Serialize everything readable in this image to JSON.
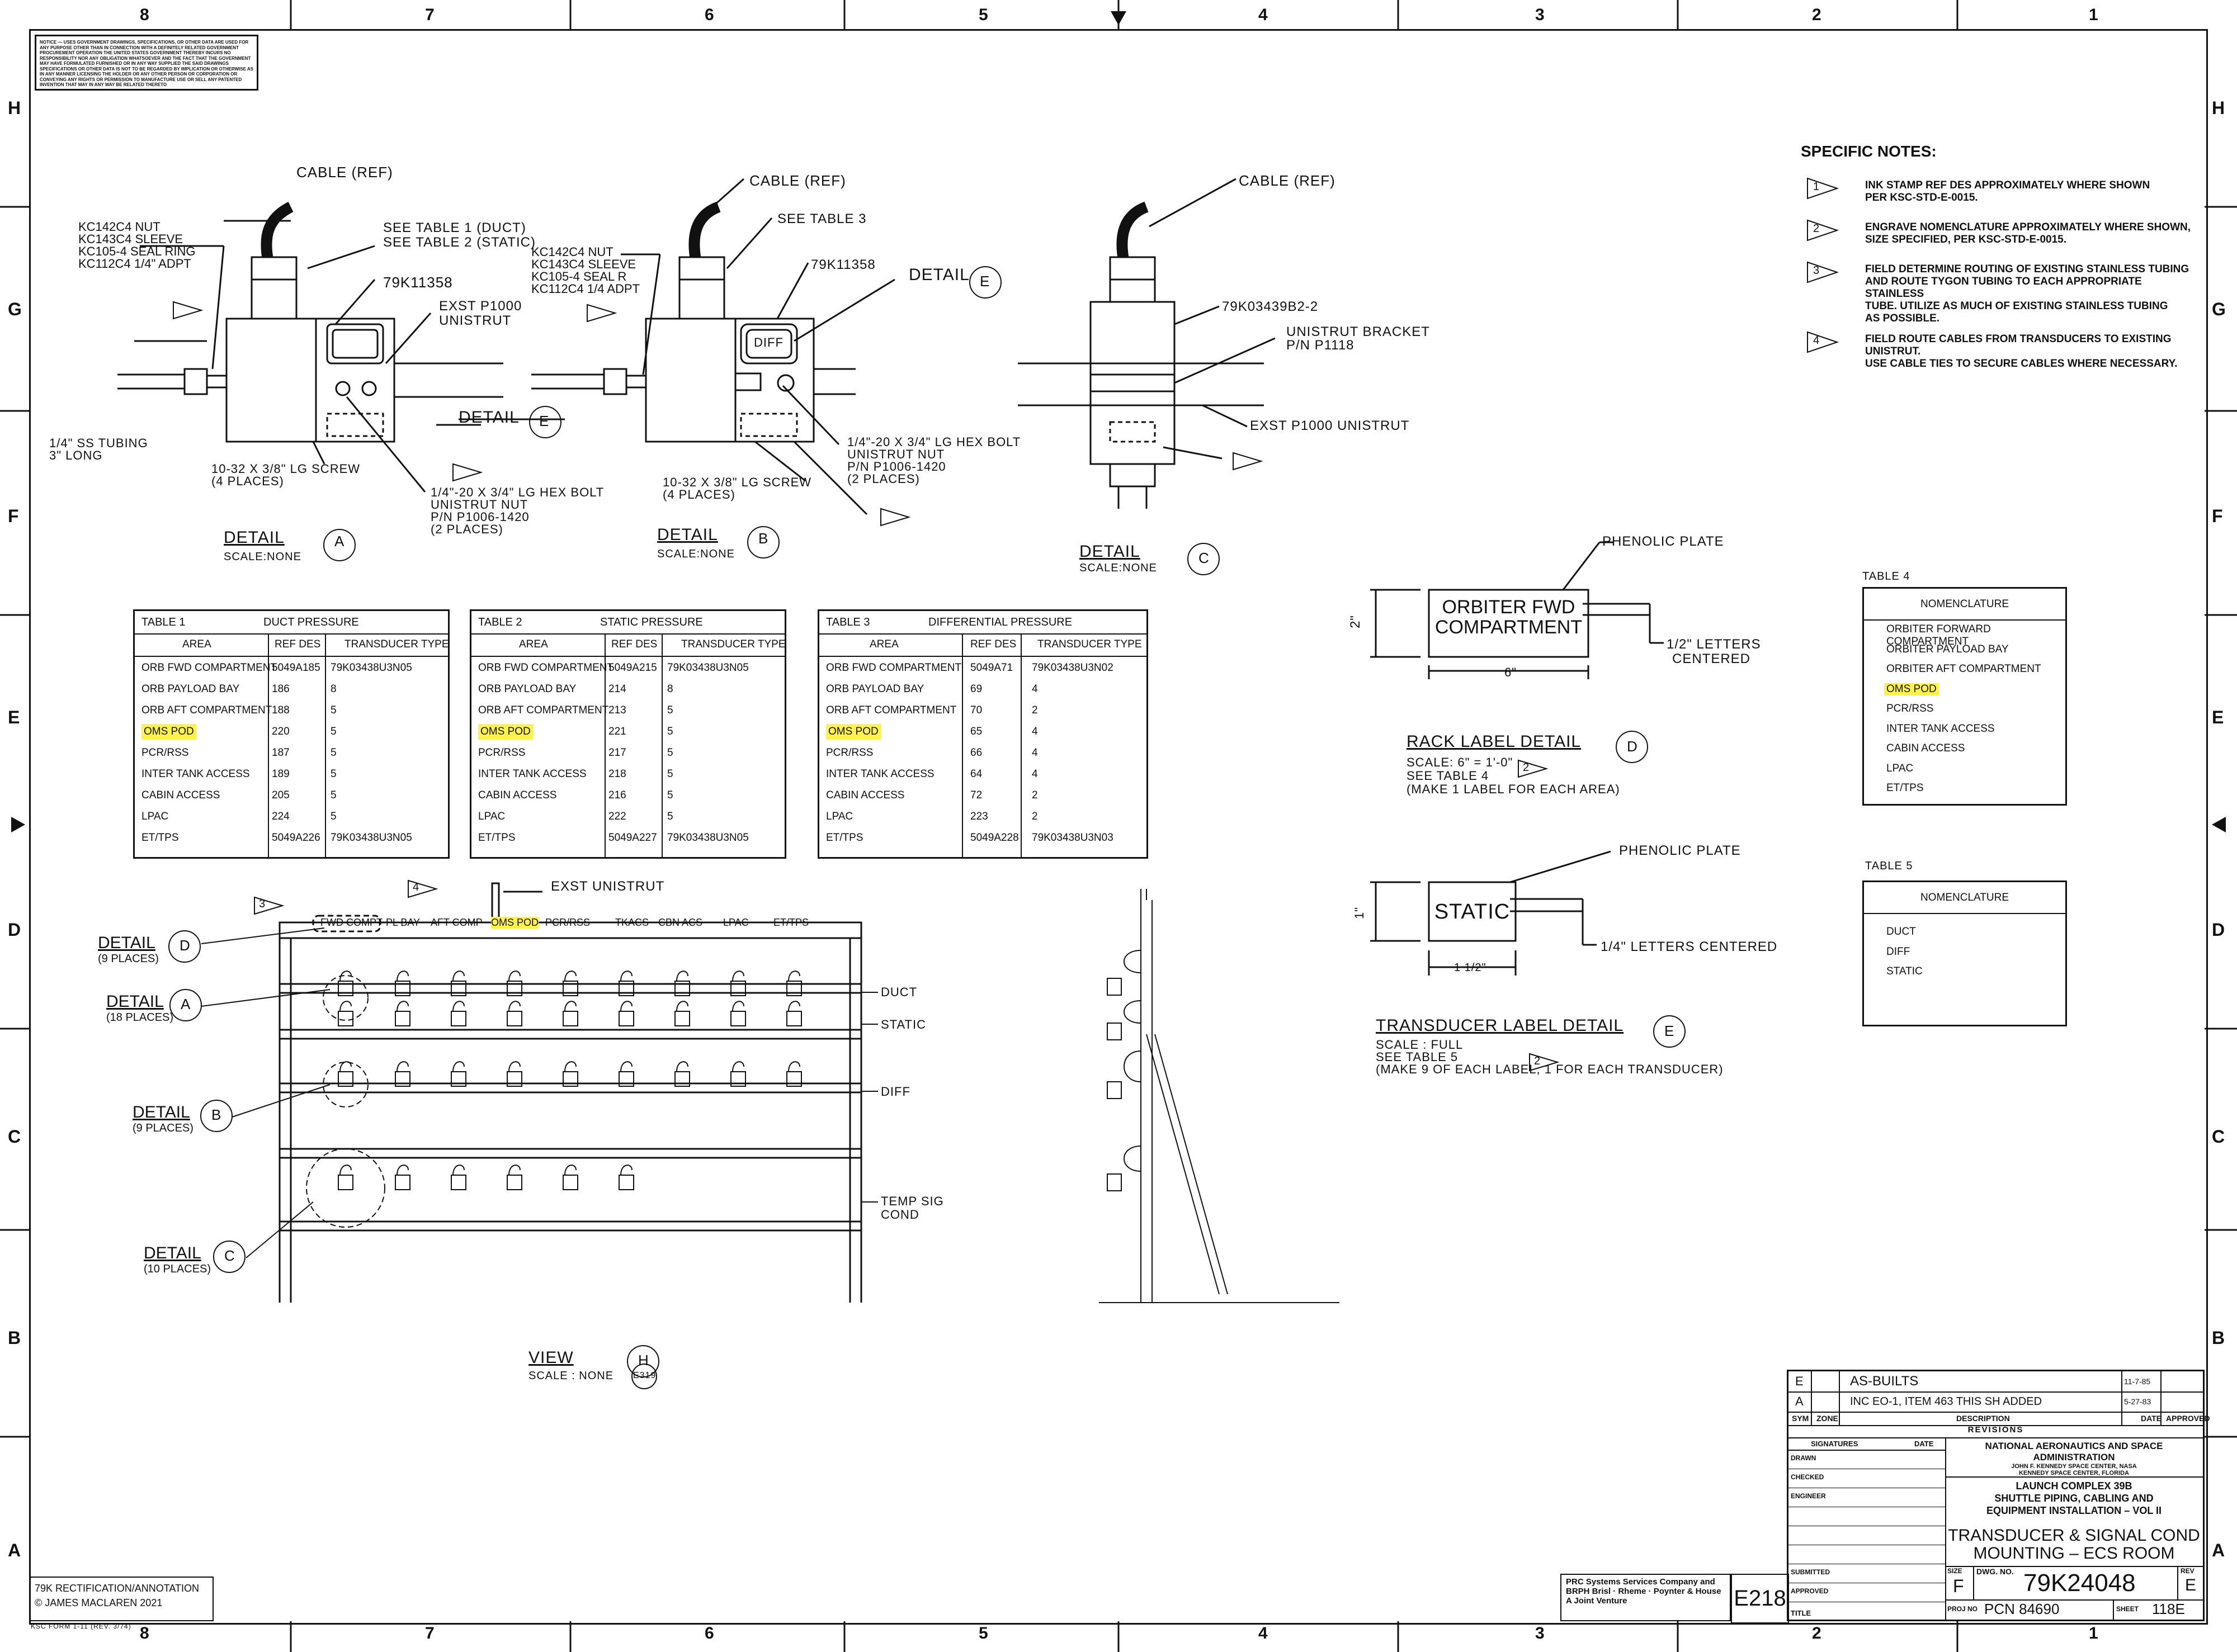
{
  "border": {
    "columns": [
      "8",
      "7",
      "6",
      "5",
      "4",
      "3",
      "2",
      "1"
    ],
    "rows": [
      "H",
      "G",
      "F",
      "E",
      "D",
      "C",
      "B",
      "A"
    ]
  },
  "notice": {
    "text": "NOTICE — USES GOVERNMENT DRAWINGS, SPECIFICATIONS, OR OTHER DATA ARE USED FOR ANY PURPOSE OTHER THAN IN CONNECTION WITH A DEFINITELY RELATED GOVERNMENT PROCUREMENT OPERATION THE UNITED STATES GOVERNMENT THEREBY INCURS NO RESPONSIBILITY NOR ANY OBLIGATION WHATSOEVER AND THE FACT THAT THE GOVERNMENT MAY HAVE FORMULATED FURNISHED OR IN ANY WAY SUPPLIED THE SAID DRAWINGS SPECIFICATIONS OR OTHER DATA IS NOT TO BE REGARDED BY IMPLICATION OR OTHERWISE AS IN ANY MANNER LICENSING THE HOLDER OR ANY OTHER PERSON OR CORPORATION OR CONVEYING ANY RIGHTS OR PERMISSION TO MANUFACTURE USE OR SELL ANY PATENTED INVENTION THAT MAY IN ANY WAY BE RELATED THERETO"
  },
  "detail_a": {
    "cable": "CABLE (REF)",
    "parts": [
      "KC142C4 NUT",
      "KC143C4 SLEEVE",
      "KC105-4 SEAL RING",
      "KC112C4 1/4\" ADPT"
    ],
    "see_table": [
      "SEE TABLE 1 (DUCT)",
      "SEE TABLE 2 (STATIC)"
    ],
    "part_no": "79K11358",
    "unistrut": [
      "EXST P1000",
      "UNISTRUT"
    ],
    "detail_ref": "DETAIL",
    "detail_ref_letter": "E",
    "tubing": [
      "1/4\" SS TUBING",
      "3\" LONG"
    ],
    "screw": [
      "10-32 X 3/8\" LG SCREW",
      "(4 PLACES)"
    ],
    "bolt": [
      "1/4\"-20 X 3/4\" LG HEX BOLT",
      "UNISTRUT NUT",
      "P/N P1006-1420",
      "(2 PLACES)"
    ],
    "title": "DETAIL",
    "letter": "A",
    "scale": "SCALE:NONE"
  },
  "detail_b": {
    "cable": "CABLE (REF)",
    "see_table": "SEE TABLE 3",
    "parts": [
      "KC142C4 NUT",
      "KC143C4 SLEEVE",
      "KC105-4 SEAL R",
      "KC112C4 1/4 ADPT"
    ],
    "part_no": "79K11358",
    "detail_ref": "DETAIL",
    "detail_ref_letter": "E",
    "diff": "DIFF",
    "bolt": [
      "1/4\"-20 X 3/4\" LG HEX BOLT",
      "UNISTRUT NUT",
      "P/N P1006-1420",
      "(2 PLACES)"
    ],
    "screw": [
      "10-32 X 3/8\" LG SCREW",
      "(4 PLACES)"
    ],
    "title": "DETAIL",
    "letter": "B",
    "scale": "SCALE:NONE"
  },
  "detail_c": {
    "cable": "CABLE (REF)",
    "part_no": "79K03439B2-2",
    "bracket": [
      "UNISTRUT BRACKET",
      "P/N P1118"
    ],
    "unistrut": "EXST P1000 UNISTRUT",
    "title": "DETAIL",
    "letter": "C",
    "scale": "SCALE:NONE"
  },
  "specific_notes": {
    "title": "SPECIFIC NOTES:",
    "notes": [
      {
        "flag": "1",
        "lines": [
          "INK STAMP REF DES APPROXIMATELY WHERE SHOWN",
          "PER KSC-STD-E-0015."
        ]
      },
      {
        "flag": "2",
        "lines": [
          "ENGRAVE NOMENCLATURE APPROXIMATELY WHERE SHOWN,",
          "SIZE SPECIFIED, PER KSC-STD-E-0015."
        ]
      },
      {
        "flag": "3",
        "lines": [
          "FIELD DETERMINE ROUTING OF EXISTING STAINLESS TUBING",
          "AND ROUTE TYGON TUBING TO EACH APPROPRIATE STAINLESS",
          "TUBE.  UTILIZE AS MUCH OF EXISTING STAINLESS TUBING",
          "AS POSSIBLE."
        ]
      },
      {
        "flag": "4",
        "lines": [
          "FIELD ROUTE CABLES FROM TRANSDUCERS TO EXISTING UNISTRUT.",
          "USE CABLE TIES TO SECURE CABLES WHERE NECESSARY."
        ]
      }
    ]
  },
  "table1": {
    "label": "TABLE 1",
    "title": "DUCT PRESSURE",
    "headers": [
      "AREA",
      "REF DES",
      "TRANSDUCER TYPE"
    ],
    "rows": [
      [
        "ORB FWD COMPARTMENT",
        "5049A185",
        "79K03438U3N05"
      ],
      [
        "ORB PAYLOAD BAY",
        "186",
        "8"
      ],
      [
        "ORB AFT COMPARTMENT",
        "188",
        "5"
      ],
      [
        "OMS POD",
        "220",
        "5"
      ],
      [
        "PCR/RSS",
        "187",
        "5"
      ],
      [
        "INTER TANK ACCESS",
        "189",
        "5"
      ],
      [
        "CABIN ACCESS",
        "205",
        "5"
      ],
      [
        "LPAC",
        "224",
        "5"
      ],
      [
        "ET/TPS",
        "5049A226",
        "79K03438U3N05"
      ]
    ]
  },
  "table2": {
    "label": "TABLE 2",
    "title": "STATIC PRESSURE",
    "headers": [
      "AREA",
      "REF DES",
      "TRANSDUCER TYPE"
    ],
    "rows": [
      [
        "ORB FWD COMPARTMENT",
        "5049A215",
        "79K03438U3N05"
      ],
      [
        "ORB PAYLOAD BAY",
        "214",
        "8"
      ],
      [
        "ORB AFT COMPARTMENT",
        "213",
        "5"
      ],
      [
        "OMS POD",
        "221",
        "5"
      ],
      [
        "PCR/RSS",
        "217",
        "5"
      ],
      [
        "INTER TANK ACCESS",
        "218",
        "5"
      ],
      [
        "CABIN ACCESS",
        "216",
        "5"
      ],
      [
        "LPAC",
        "222",
        "5"
      ],
      [
        "ET/TPS",
        "5049A227",
        "79K03438U3N05"
      ]
    ]
  },
  "table3": {
    "label": "TABLE 3",
    "title": "DIFFERENTIAL PRESSURE",
    "headers": [
      "AREA",
      "REF DES",
      "TRANSDUCER TYPE"
    ],
    "rows": [
      [
        "ORB FWD COMPARTMENT",
        "5049A71",
        "79K03438U3N02"
      ],
      [
        "ORB PAYLOAD BAY",
        "69",
        "4"
      ],
      [
        "ORB AFT COMPARTMENT",
        "70",
        "2"
      ],
      [
        "OMS POD",
        "65",
        "4"
      ],
      [
        "PCR/RSS",
        "66",
        "4"
      ],
      [
        "INTER TANK ACCESS",
        "64",
        "4"
      ],
      [
        "CABIN ACCESS",
        "72",
        "2"
      ],
      [
        "LPAC",
        "223",
        "2"
      ],
      [
        "ET/TPS",
        "5049A228",
        "79K03438U3N03"
      ]
    ]
  },
  "table4": {
    "label": "TABLE 4",
    "header": "NOMENCLATURE",
    "rows": [
      "ORBITER FORWARD COMPARTMENT",
      "ORBITER PAYLOAD BAY",
      "ORBITER AFT COMPARTMENT",
      "OMS POD",
      "PCR/RSS",
      "INTER TANK ACCESS",
      "CABIN ACCESS",
      "LPAC",
      "ET/TPS"
    ]
  },
  "table5": {
    "label": "TABLE 5",
    "header": "NOMENCLATURE",
    "rows": [
      "DUCT",
      "DIFF",
      "STATIC"
    ]
  },
  "rack_label": {
    "phenolic": "PHENOLIC PLATE",
    "plate_text": [
      "ORBITER FWD",
      "COMPARTMENT"
    ],
    "height": "2\"",
    "width": "6\"",
    "letters": [
      "1/2\" LETTERS",
      "CENTERED"
    ],
    "title": "RACK LABEL DETAIL",
    "letter": "D",
    "lines": [
      "SCALE: 6\" = 1'-0\"",
      "SEE TABLE 4",
      "(MAKE 1 LABEL FOR EACH AREA)"
    ],
    "flag": "2"
  },
  "transducer_label": {
    "phenolic": "PHENOLIC PLATE",
    "plate_text": "STATIC",
    "height": "1\"",
    "width": "1 1/2\"",
    "letters": "1/4\" LETTERS CENTERED",
    "title": "TRANSDUCER LABEL DETAIL",
    "letter": "E",
    "lines": [
      "SCALE : FULL",
      "SEE TABLE 5",
      "(MAKE 9 OF EACH LABEL, 1 FOR EACH TRANSDUCER)"
    ],
    "flag": "2"
  },
  "view_h": {
    "flag3": "3",
    "flag4": "4",
    "exst": "EXST UNISTRUT",
    "areas": [
      "FWD COMPT",
      "PL BAY",
      "AFT COMP",
      "OMS POD",
      "PCR/RSS",
      "TKACS",
      "CBN ACS",
      "LPAC",
      "ET/TPS"
    ],
    "callouts": [
      {
        "title": "DETAIL",
        "letter": "D",
        "sub": "(9 PLACES)"
      },
      {
        "title": "DETAIL",
        "letter": "A",
        "sub": "(18 PLACES)"
      },
      {
        "title": "DETAIL",
        "letter": "B",
        "sub": "(9 PLACES)"
      },
      {
        "title": "DETAIL",
        "letter": "C",
        "sub": "(10 PLACES)"
      }
    ],
    "rows": [
      "DUCT",
      "STATIC",
      "DIFF",
      "TEMP SIG",
      "COND"
    ],
    "title": "VIEW",
    "letter": "H",
    "sheet_ref": "E319",
    "scale": "SCALE : NONE"
  },
  "title_block": {
    "revisions": [
      {
        "sym": "E",
        "desc": "AS-BUILTS",
        "date": "11-7-85"
      },
      {
        "sym": "A",
        "desc": "INC EO-1, ITEM 463  THIS SH ADDED",
        "date": "5-27-83"
      }
    ],
    "rev_headers": [
      "SYM",
      "ZONE",
      "DESCRIPTION",
      "DATE",
      "APPROVED"
    ],
    "revisions_label": "REVISIONS",
    "sig_headers": [
      "SIGNATURES",
      "DATE"
    ],
    "sig_rows": [
      "DRAWN",
      "CHECKED",
      "ENGINEER",
      "",
      "",
      "",
      "SUBMITTED",
      "APPROVED"
    ],
    "agency": [
      "NATIONAL AERONAUTICS AND SPACE ADMINISTRATION",
      "JOHN F. KENNEDY SPACE CENTER, NASA",
      "KENNEDY SPACE CENTER, FLORIDA"
    ],
    "project": [
      "LAUNCH COMPLEX 39B",
      "SHUTTLE PIPING, CABLING AND",
      "EQUIPMENT INSTALLATION – VOL II"
    ],
    "title_lines": [
      "TRANSDUCER & SIGNAL COND",
      "MOUNTING – ECS ROOM"
    ],
    "contractor": [
      "PRC Systems Services Company and",
      "BRPH Brisl · Rheme · Poynter & House",
      "A Joint Venture"
    ],
    "sheet_ref": "E218",
    "size_label": "SIZE",
    "size": "F",
    "dwg_label": "DWG. NO.",
    "dwg_no": "79K24048",
    "rev_label": "REV",
    "rev": "E",
    "pcn_label": "PROJ NO",
    "pcn": "PCN 84690",
    "sheet_label": "SHEET",
    "sheet": "118E",
    "title_label": "TITLE"
  },
  "annotation": {
    "lines": [
      "79K RECTIFICATION/ANNOTATION",
      "© JAMES MACLAREN 2021"
    ]
  },
  "form_no": "KSC FORM 1-11 (REV. 3/74)",
  "colors": {
    "ink": "#111111",
    "highlight": "#fff24a",
    "paper": "#ffffff"
  }
}
